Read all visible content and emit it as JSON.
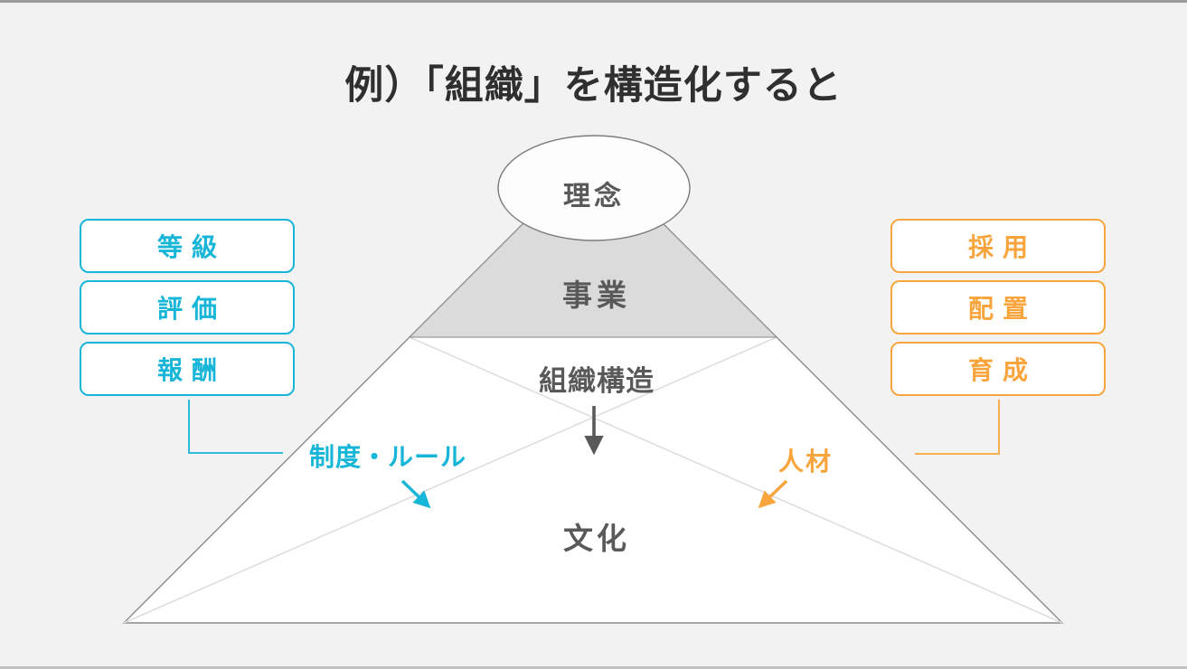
{
  "title": "例）「組織」を構造化すると",
  "colors": {
    "cyan": "#17b5d8",
    "orange": "#f9a53d",
    "dark_text": "#2f2f2f",
    "diagram_text": "#595959",
    "background": "#f2f2f2",
    "pyramid_fill": "#ffffff",
    "business_fill": "#dbdbdb"
  },
  "pyramid": {
    "ellipse_label": "理念",
    "business_label": "事業",
    "structure_label": "組織構造",
    "culture_label": "文化"
  },
  "left_group": {
    "boxes": [
      "等級",
      "評価",
      "報酬"
    ],
    "category_label": "制度・ルール"
  },
  "right_group": {
    "boxes": [
      "採用",
      "配置",
      "育成"
    ],
    "category_label": "人材"
  },
  "icons": {
    "down_arrow": "structure-to-culture-arrow-icon",
    "cyan_arrow": "seido-rule-arrow-icon",
    "orange_arrow": "jinzai-arrow-icon"
  }
}
